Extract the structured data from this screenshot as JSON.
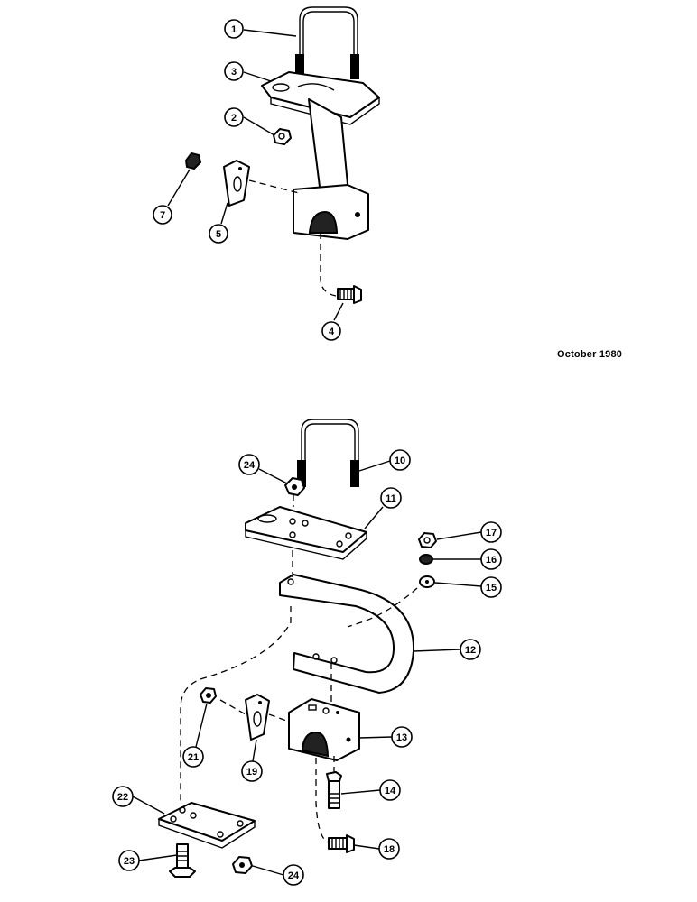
{
  "date_note": "October 1980",
  "upper_assembly": {
    "callouts": [
      "1",
      "3",
      "2",
      "7",
      "5",
      "4"
    ]
  },
  "lower_assembly": {
    "callouts": [
      "24",
      "10",
      "11",
      "17",
      "16",
      "15",
      "12",
      "21",
      "19",
      "13",
      "14",
      "22",
      "18",
      "23",
      "24"
    ]
  },
  "icons": {
    "u_bolt": "u-bolt-icon",
    "nut": "hex-nut-icon",
    "bolt": "bolt-icon",
    "plate": "plate-icon",
    "bracket": "bracket-icon",
    "shank": "curved-shank-icon"
  }
}
